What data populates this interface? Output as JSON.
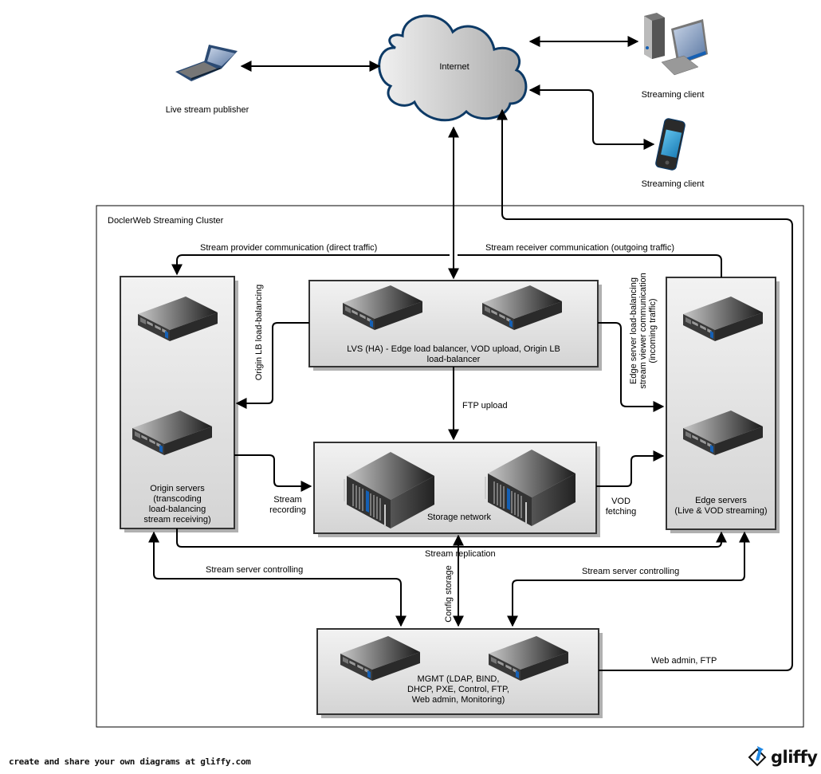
{
  "diagram": {
    "external": {
      "internet_label": "Internet",
      "publisher_label": "Live stream publisher",
      "desktop_client_label": "Streaming client",
      "mobile_client_label": "Streaming client"
    },
    "cluster": {
      "title": "DoclerWeb Streaming Cluster",
      "nodes": {
        "origin": {
          "label_lines": [
            "Origin servers",
            "(transcoding",
            "load-balancing",
            "stream receiving)"
          ]
        },
        "lvs": {
          "label_lines": [
            "LVS (HA) - Edge load balancer, VOD upload, Origin LB",
            "load-balancer"
          ]
        },
        "edge": {
          "label_lines": [
            "Edge servers",
            "(Live & VOD streaming)"
          ]
        },
        "storage": {
          "label": "Storage network"
        },
        "mgmt": {
          "label_lines": [
            "MGMT (LDAP, BIND,",
            "DHCP, PXE, Control, FTP,",
            "Web admin, Monitoring)"
          ]
        }
      },
      "edges": {
        "provider_comm": "Stream provider communication (direct traffic)",
        "receiver_comm": "Stream receiver communication (outgoing traffic)",
        "origin_lb": "Origin LB load-balancing",
        "edge_lb_lines": [
          "Edge server load-balancing",
          "stream viewer communication",
          "(incoming traffic)"
        ],
        "ftp_upload": "FTP upload",
        "stream_recording_lines": [
          "Stream",
          "recording"
        ],
        "vod_fetching_lines": [
          "VOD",
          "fetching"
        ],
        "stream_replication": "Stream replication",
        "controlling_left": "Stream server controlling",
        "controlling_right": "Stream server controlling",
        "config_storage": "Config storage",
        "web_admin_ftp": "Web admin, FTP"
      }
    },
    "footer": {
      "promo_text": "create and share your own diagrams at gliffy.com",
      "logo_text": "gliffy"
    },
    "colors": {
      "cloud_stroke": "#0d3a66",
      "box_stroke": "#333333",
      "shadow": "#b0b0b0",
      "accent_blue": "#1560b5"
    }
  }
}
